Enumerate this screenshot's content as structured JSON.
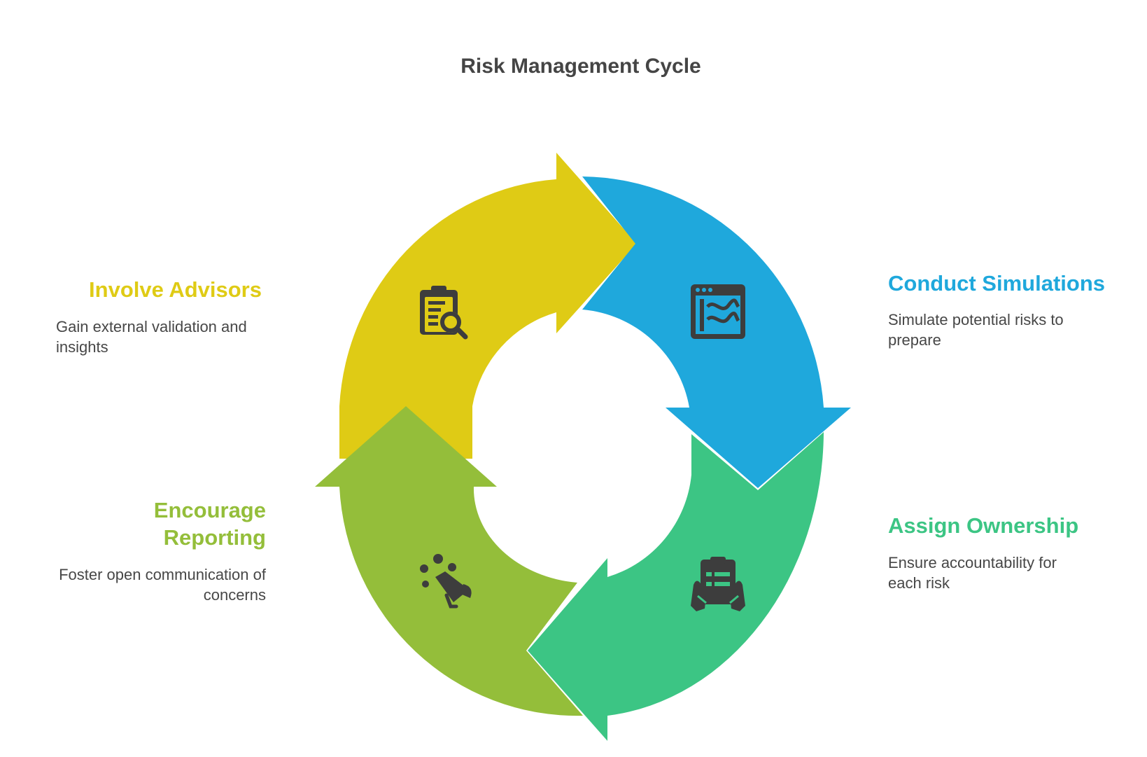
{
  "title": "Risk Management Cycle",
  "colors": {
    "yellow": "#DFCB15",
    "blue": "#1FA8DC",
    "green": "#3CC584",
    "olive": "#94BE3A",
    "icon": "#3D3D3D",
    "text": "#474747"
  },
  "steps": [
    {
      "heading": "Conduct Simulations",
      "description": "Simulate potential risks to prepare",
      "icon": "simulation-window-icon",
      "color": "#1FA8DC"
    },
    {
      "heading": "Assign Ownership",
      "description": "Ensure accountability for each risk",
      "icon": "clipboard-hands-icon",
      "color": "#3CC584"
    },
    {
      "heading": "Encourage Reporting",
      "description": "Foster open communication of concerns",
      "icon": "megaphone-people-icon",
      "color": "#94BE3A"
    },
    {
      "heading": "Involve Advisors",
      "description": "Gain external validation and insights",
      "icon": "clipboard-search-icon",
      "color": "#DFCB15"
    }
  ]
}
